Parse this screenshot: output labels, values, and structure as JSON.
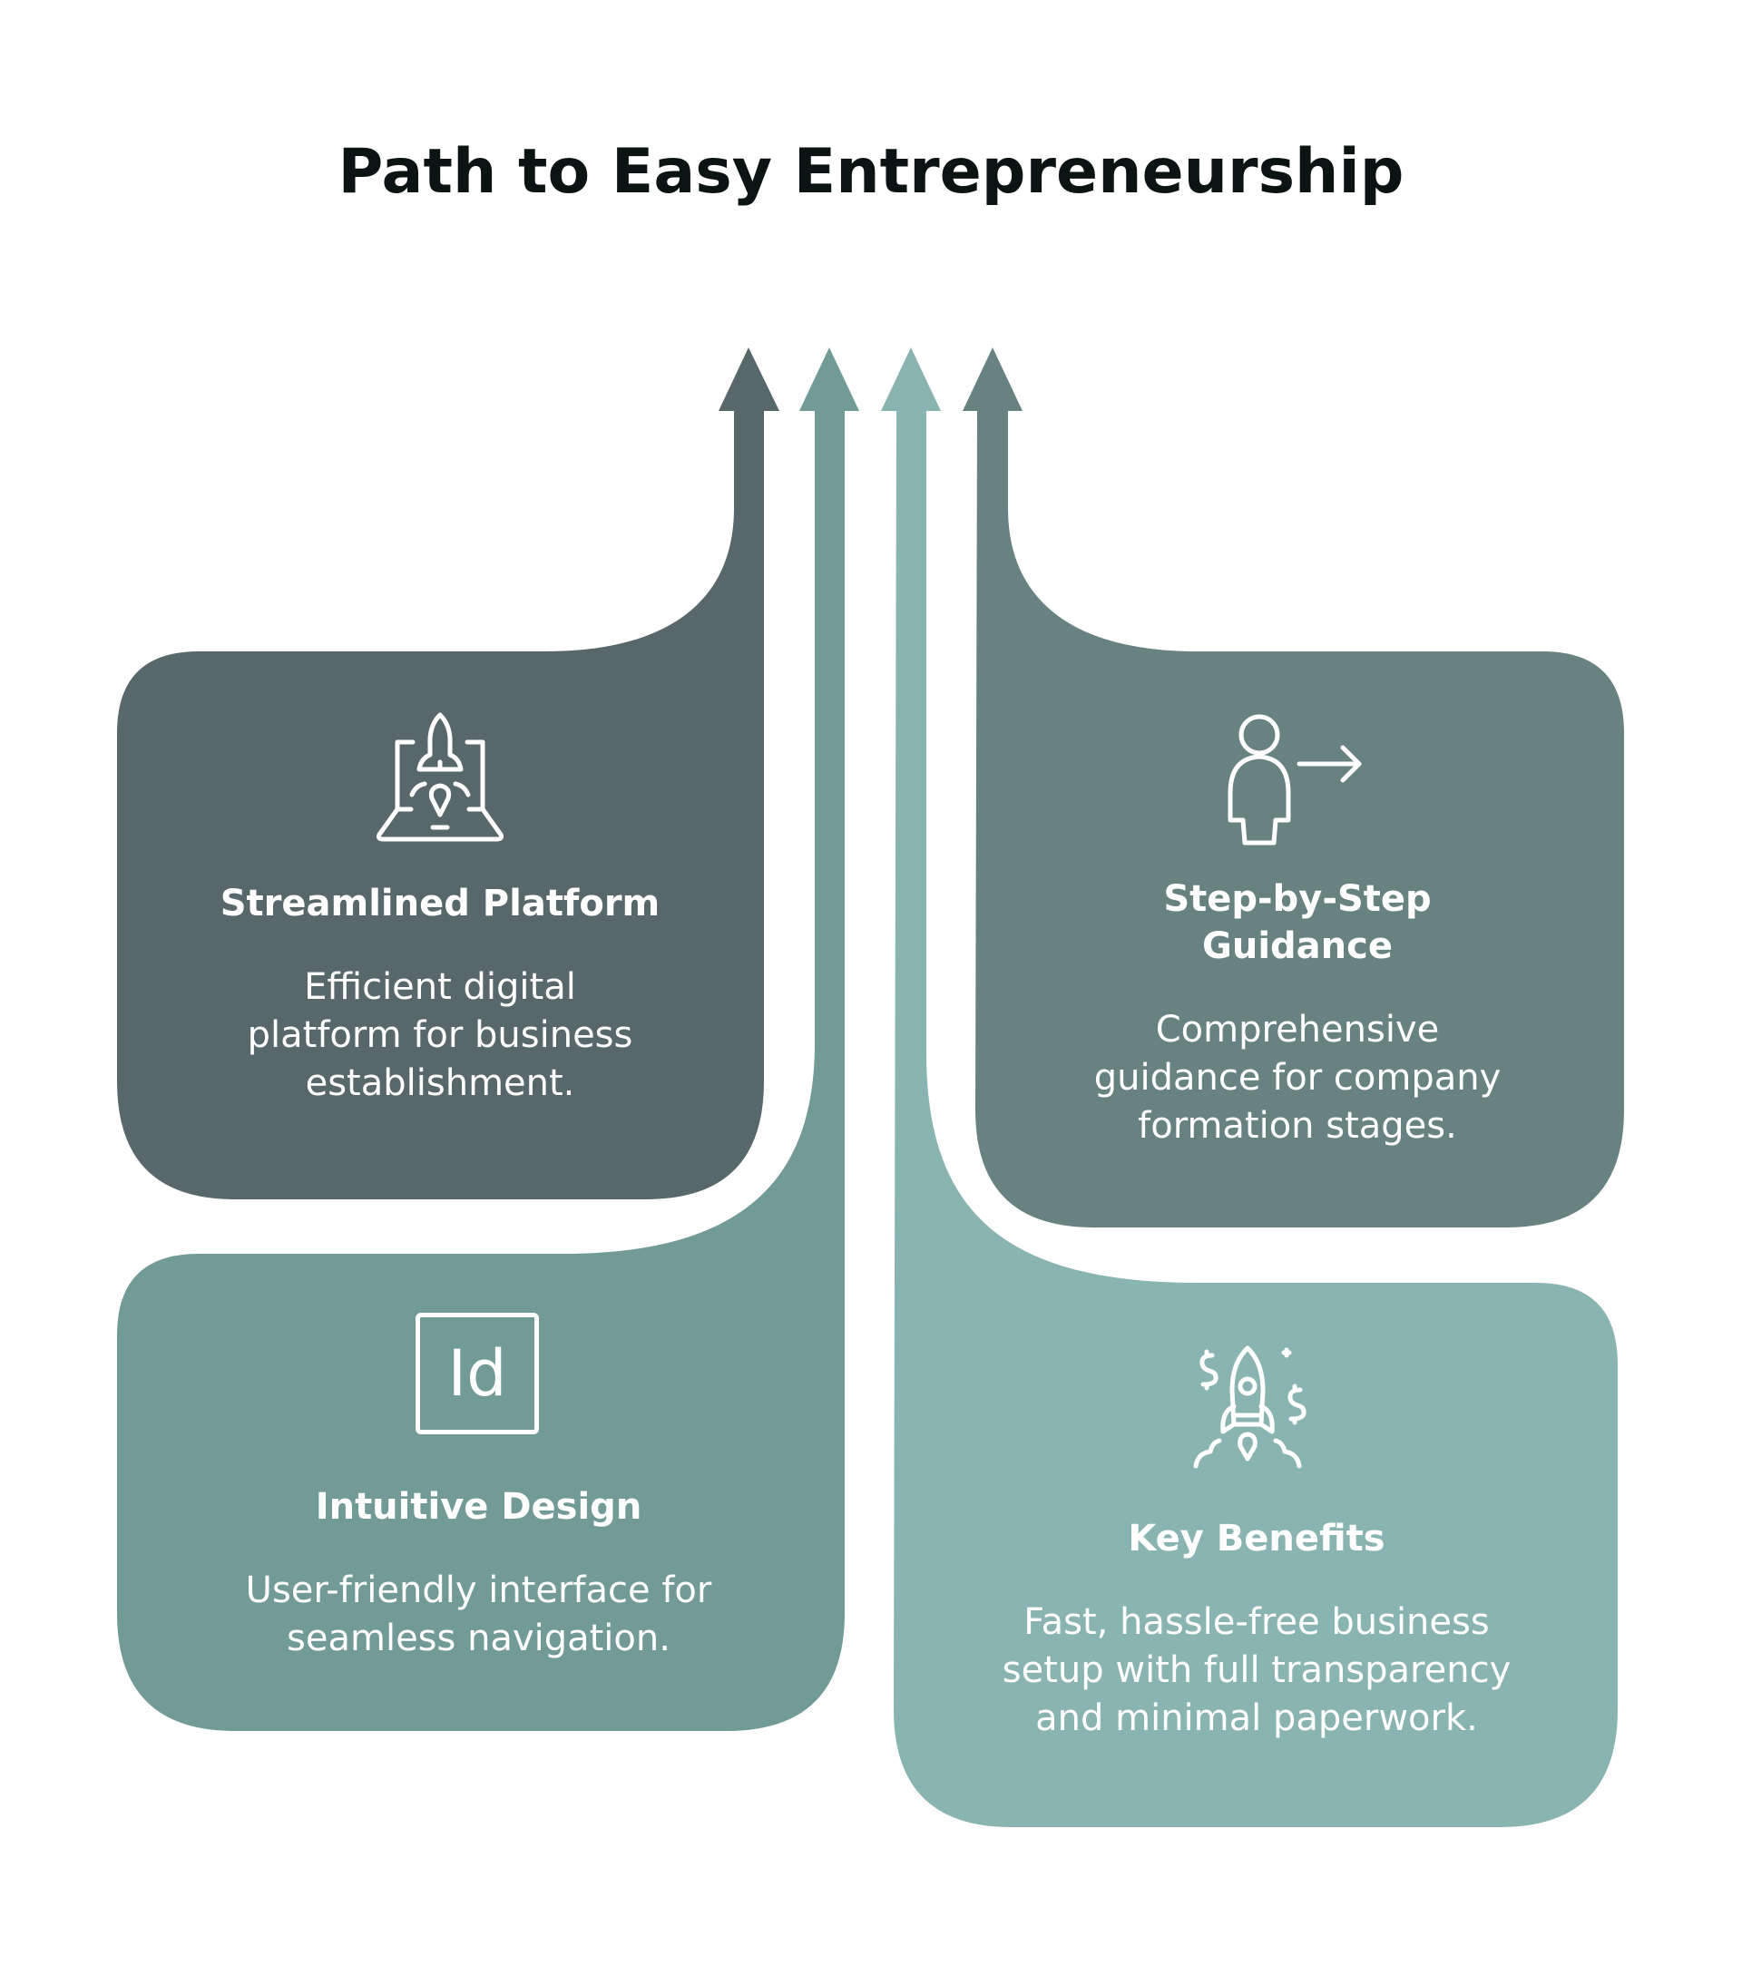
{
  "title": "Path to Easy Entrepreneurship",
  "colors": {
    "streamlined": "#58676A",
    "intuitive": "#729A96",
    "benefits": "#8AB4B1",
    "guidance": "#68827F",
    "text_dark": "#0B1413",
    "text_light": "#FFFFFF"
  },
  "cards": [
    {
      "id": "streamlined-platform",
      "icon": "laptop-rocket-icon",
      "title": "Streamlined Platform",
      "description_lines": [
        "Efficient digital",
        "platform for business",
        "establishment."
      ]
    },
    {
      "id": "intuitive-design",
      "icon": "id-box-icon",
      "icon_text": "Id",
      "title": "Intuitive Design",
      "description_lines": [
        "User-friendly interface for",
        "seamless navigation."
      ]
    },
    {
      "id": "key-benefits",
      "icon": "rocket-dollar-icon",
      "title": "Key Benefits",
      "description_lines": [
        "Fast, hassle-free business",
        "setup with full transparency",
        "and minimal paperwork."
      ]
    },
    {
      "id": "step-by-step-guidance",
      "icon": "person-arrow-icon",
      "title_lines": [
        "Step-by-Step",
        "Guidance"
      ],
      "description_lines": [
        "Comprehensive",
        "guidance for company",
        "formation stages."
      ]
    }
  ]
}
